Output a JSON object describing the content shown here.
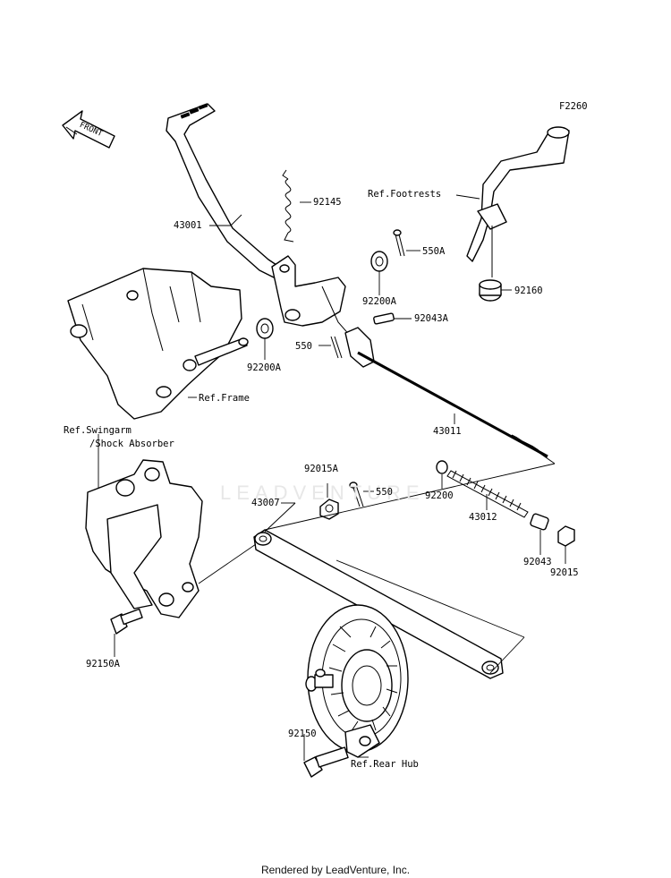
{
  "diagram": {
    "figure_code": "F2260",
    "front_arrow": "FRONT",
    "watermark": "LEADVENTURE",
    "footer": "Rendered by LeadVenture, Inc.",
    "labels": {
      "p43001": "43001",
      "p92145": "92145",
      "p550A": "550A",
      "p92200A_top": "92200A",
      "p92043A": "92043A",
      "p550_top": "550",
      "p92200A_left": "92200A",
      "ref_frame": "Ref.Frame",
      "ref_footrests": "Ref.Footrests",
      "p92160": "92160",
      "p43011": "43011",
      "ref_swingarm_1": "Ref.Swingarm",
      "ref_swingarm_2": "/Shock Absorber",
      "p92015A": "92015A",
      "p550_mid": "550",
      "p43007": "43007",
      "p92200": "92200",
      "p43012": "43012",
      "p92043": "92043",
      "p92015": "92015",
      "p92150A": "92150A",
      "p92150": "92150",
      "ref_rear_hub": "Ref.Rear Hub"
    }
  }
}
